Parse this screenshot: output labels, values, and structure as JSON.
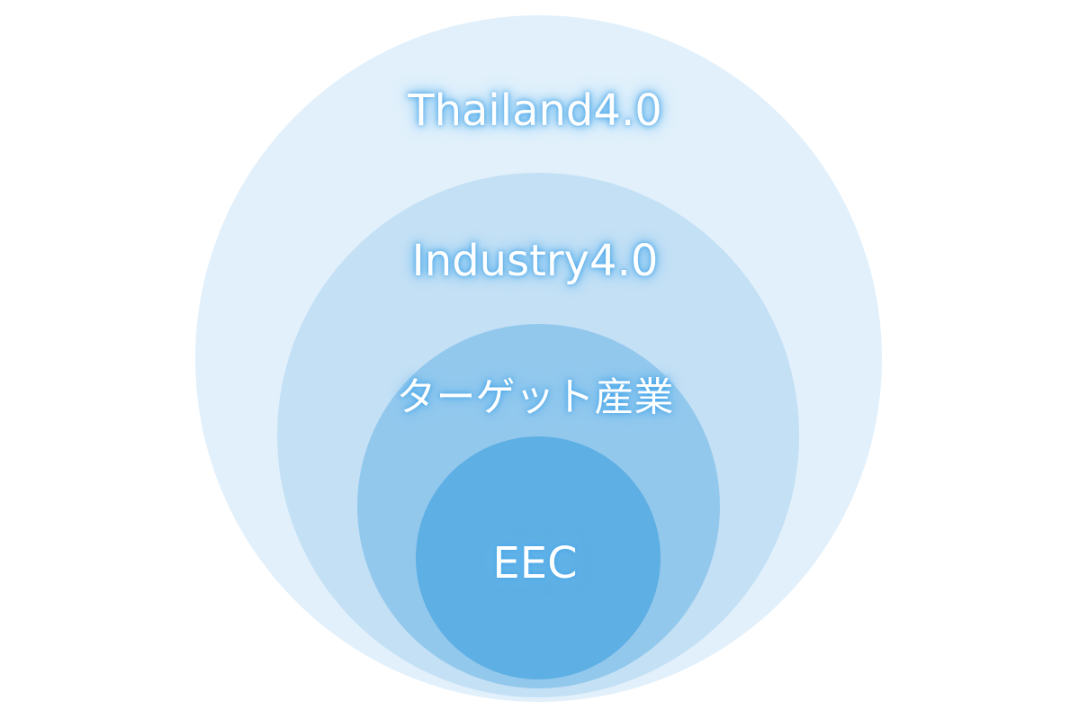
{
  "diagram": {
    "levels": [
      {
        "label": "Thailand4.0",
        "color": "#e1f0fb"
      },
      {
        "label": "Industry4.0",
        "color": "#c4e0f5"
      },
      {
        "label": "ターゲット産業",
        "color": "#93c8ed"
      },
      {
        "label": "EEC",
        "color": "#5eafe3"
      }
    ]
  }
}
